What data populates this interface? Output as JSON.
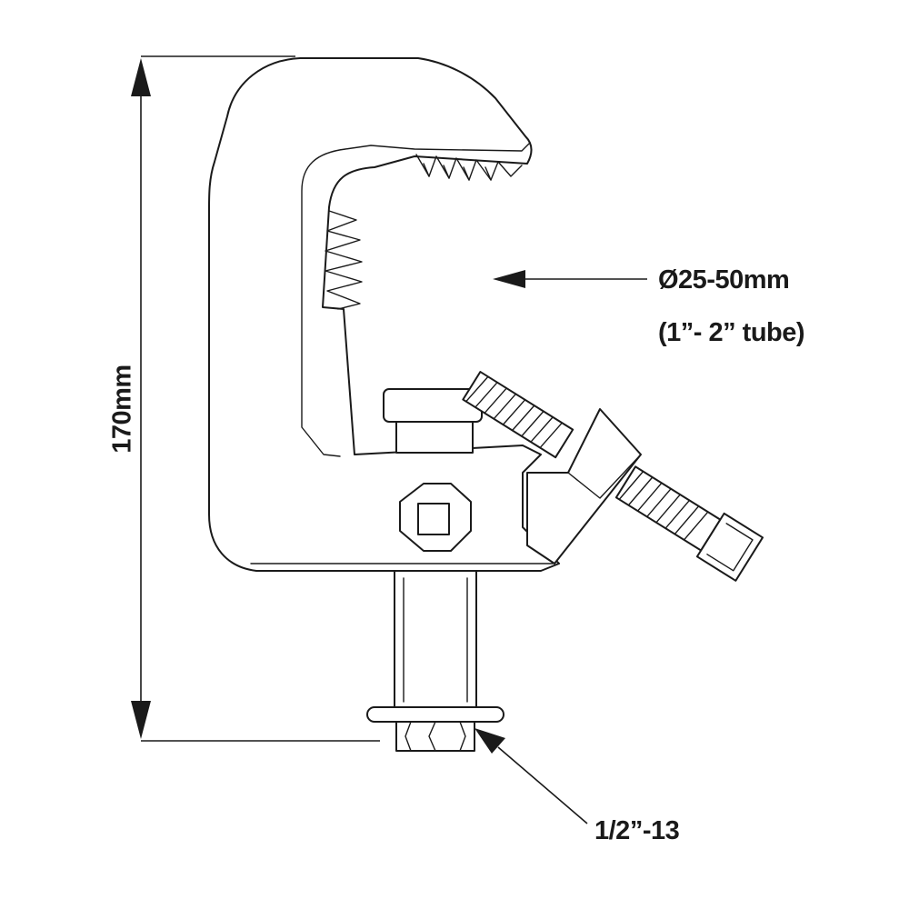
{
  "dimensions": {
    "height": "170mm",
    "tube_diameter": "Ø25-50mm",
    "tube_inches": "(1”- 2” tube)",
    "thread": "1/2”-13"
  },
  "colors": {
    "line": "#1a1a1a",
    "background": "#ffffff"
  }
}
